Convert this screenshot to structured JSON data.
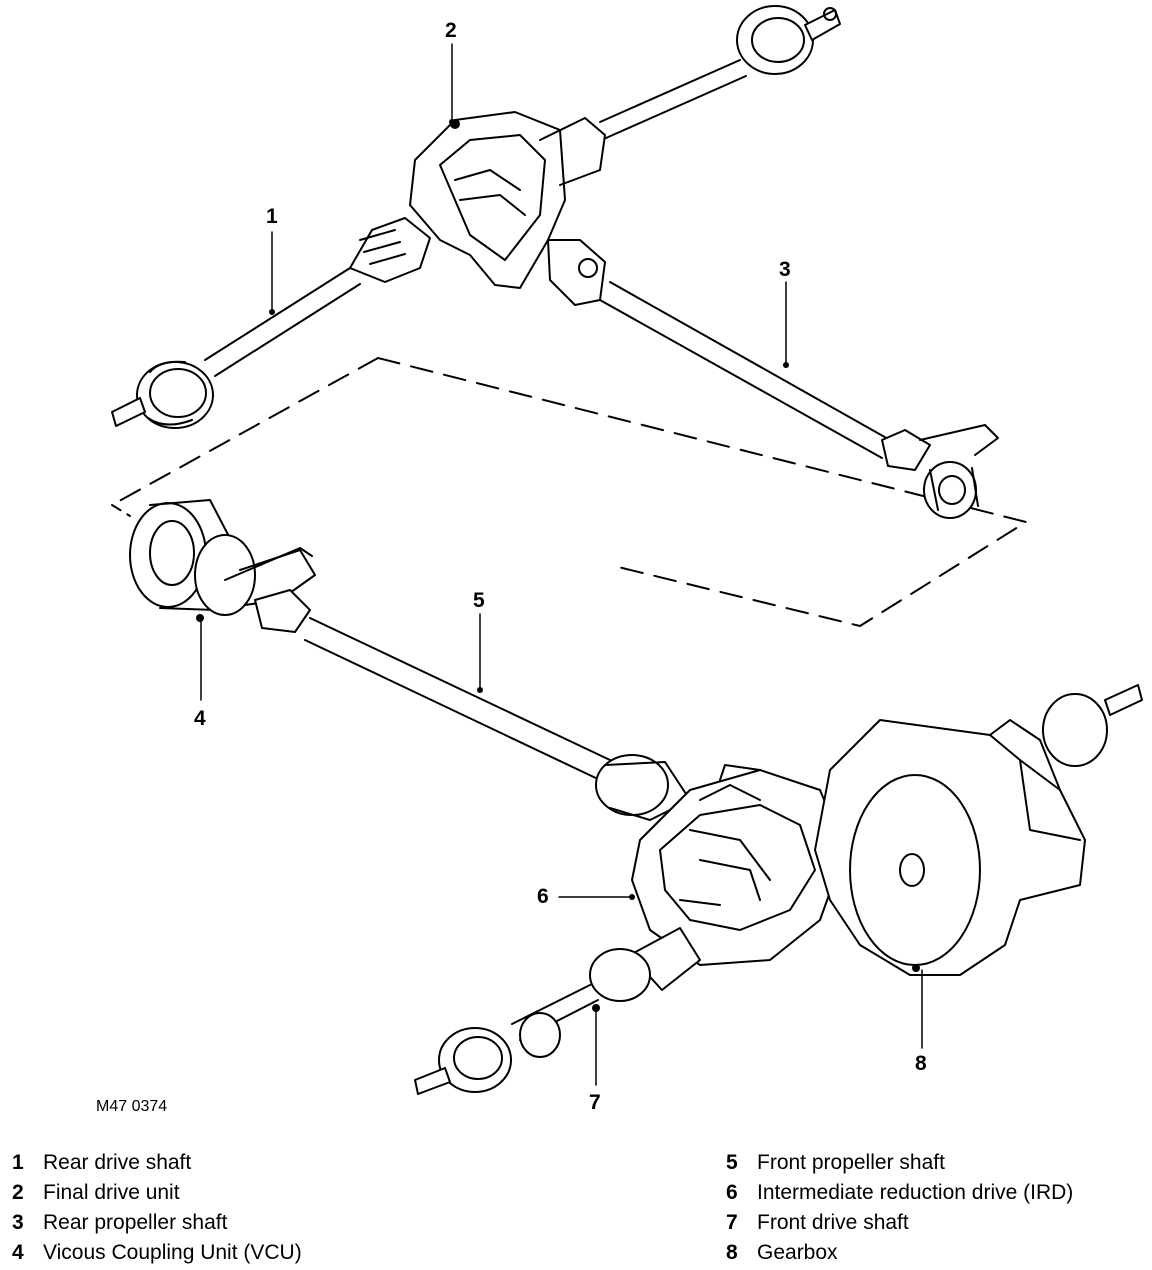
{
  "figure_ref": "M47 0374",
  "callouts": [
    "1",
    "2",
    "3",
    "4",
    "5",
    "6",
    "7",
    "8"
  ],
  "legend": [
    {
      "num": "1",
      "label": "Rear drive shaft"
    },
    {
      "num": "2",
      "label": "Final drive unit"
    },
    {
      "num": "3",
      "label": "Rear propeller shaft"
    },
    {
      "num": "4",
      "label": "Vicous Coupling Unit (VCU)"
    },
    {
      "num": "5",
      "label": "Front propeller shaft"
    },
    {
      "num": "6",
      "label": "Intermediate reduction drive (IRD)"
    },
    {
      "num": "7",
      "label": "Front drive shaft"
    },
    {
      "num": "8",
      "label": "Gearbox"
    }
  ]
}
